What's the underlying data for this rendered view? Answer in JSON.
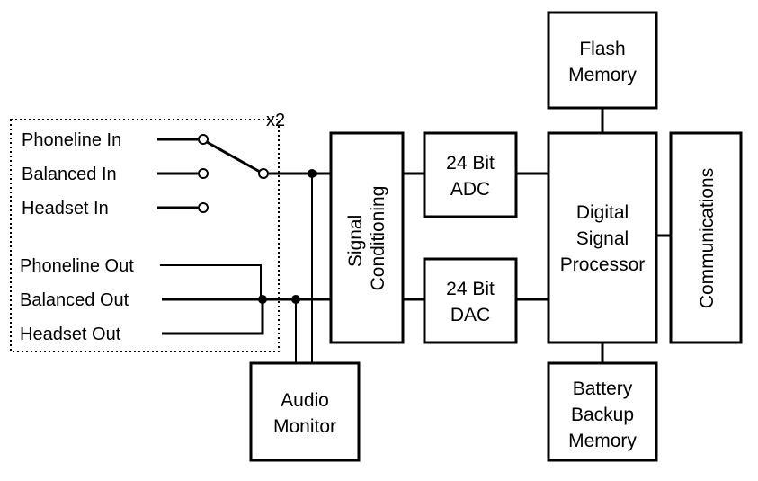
{
  "group_multiplier": "x2",
  "inputs": [
    "Phoneline In",
    "Balanced In",
    "Headset In"
  ],
  "outputs": [
    "Phoneline Out",
    "Balanced Out",
    "Headset Out"
  ],
  "blocks": {
    "signal_conditioning": [
      "Signal",
      "Conditioning"
    ],
    "adc": [
      "24 Bit",
      "ADC"
    ],
    "dac": [
      "24 Bit",
      "DAC"
    ],
    "dsp": [
      "Digital",
      "Signal",
      "Processor"
    ],
    "flash": [
      "Flash",
      "Memory"
    ],
    "battery": [
      "Battery",
      "Backup",
      "Memory"
    ],
    "audio_monitor": [
      "Audio",
      "Monitor"
    ],
    "communications": "Communications"
  }
}
